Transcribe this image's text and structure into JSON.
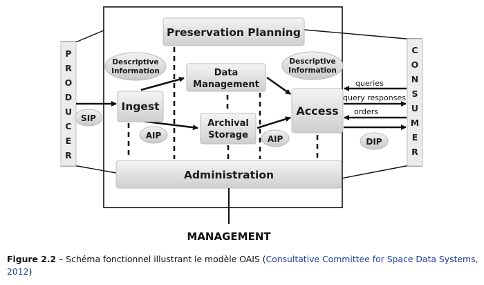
{
  "diagram": {
    "boxes": {
      "preservation_planning": "Preservation Planning",
      "data_management": [
        "Data",
        "Management"
      ],
      "ingest": "Ingest",
      "archival_storage": [
        "Archival",
        "Storage"
      ],
      "access": "Access",
      "administration": "Administration"
    },
    "ellipses": {
      "descriptive_info_left": [
        "Descriptive",
        "Information"
      ],
      "descriptive_info_right": [
        "Descriptive",
        "Information"
      ],
      "sip": "SIP",
      "aip_left": "AIP",
      "aip_right": "AIP",
      "dip": "DIP"
    },
    "producer_letters": [
      "P",
      "R",
      "O",
      "D",
      "U",
      "C",
      "E",
      "R"
    ],
    "consumer_letters": [
      "C",
      "O",
      "N",
      "S",
      "U",
      "M",
      "E",
      "R"
    ],
    "flows": {
      "queries": "queries",
      "query_responses": "query responses",
      "orders": "orders"
    },
    "management": "MANAGEMENT"
  },
  "caption": {
    "label": "Figure 2.2",
    "dash": " – ",
    "text": "Schéma fonctionnel illustrant le modèle OAIS (",
    "citation": "Consultative Committee for Space Data Systems, 2012",
    "close": ")"
  }
}
